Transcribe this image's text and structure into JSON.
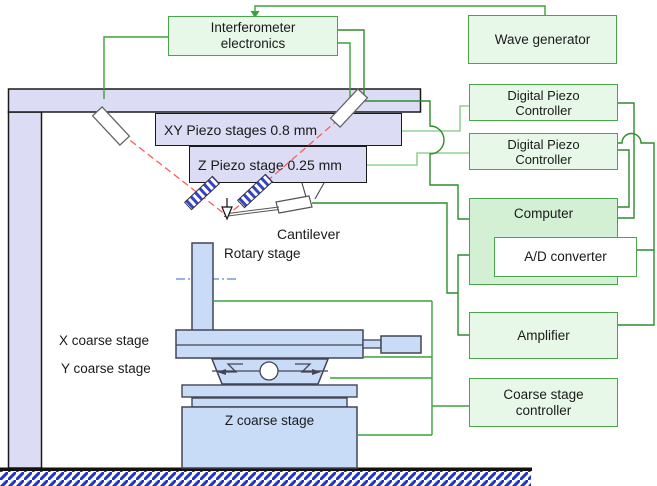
{
  "diagram": {
    "title_hint": "Metrological AFM instrument schematic",
    "boxes": {
      "interferometer_electronics": "Interferometer\nelectronics",
      "wave_generator": "Wave generator",
      "digital_piezo_controller_1": "Digital Piezo\nController",
      "digital_piezo_controller_2": "Digital Piezo\nController",
      "computer": "Computer",
      "ad_converter": "A/D converter",
      "amplifier": "Amplifier",
      "coarse_stage_controller": "Coarse stage\ncontroller"
    },
    "stage_labels": {
      "xy_piezo": "XY Piezo stages 0.8 mm",
      "z_piezo": "Z Piezo stage 0.25 mm",
      "cantilever": "Cantilever",
      "rotary_stage": "Rotary stage",
      "x_coarse": "X coarse stage",
      "y_coarse": "Y coarse stage",
      "z_coarse": "Z coarse stage"
    },
    "colors": {
      "green_box_fill": "#e8f8e8",
      "computer_fill": "#d4f0d4",
      "green_border": "#4aa44a",
      "lavender_fill": "#dcdcf5",
      "stage_blue_fill": "#c9dcf7",
      "wire_green": "#3ba13b",
      "wire_green_light": "#93d293",
      "wire_green_dark": "#2e8b2e",
      "laser_red": "#ff5c5c",
      "hatch_blue": "#2233cc"
    }
  }
}
